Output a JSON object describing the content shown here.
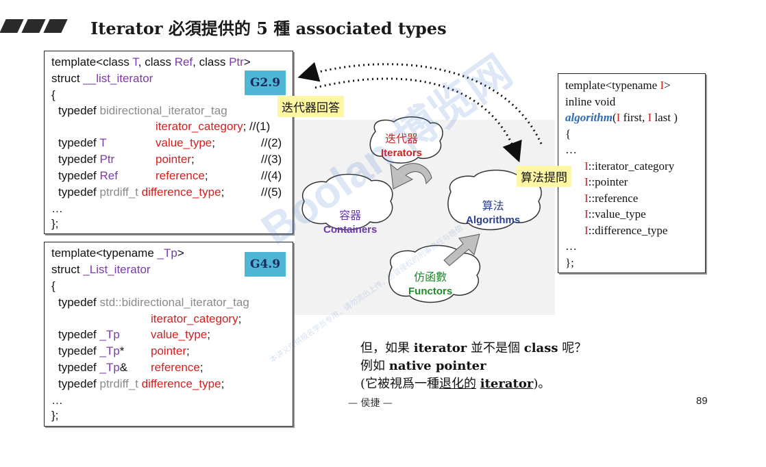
{
  "title": "Iterator 必須提供的 5 種 associated types",
  "box1": {
    "badge": "G2.9",
    "l1_a": "template<class ",
    "l1_T": "T",
    "l1_b": ", class ",
    "l1_Ref": "Ref",
    "l1_c": ", class ",
    "l1_Ptr": "Ptr",
    "l1_d": ">",
    "l2_a": "struct ",
    "l2_b": "__list_iterator",
    "l3": "{",
    "l4_a": "typedef ",
    "l4_b": "bidirectional_iterator_tag",
    "l5_a": "iterator_category",
    "l5_b": "; //(1)",
    "l6_a": "typedef ",
    "l6_b": "T",
    "l6_c": "value_type",
    "l6_d": ";",
    "l6_e": "//(2)",
    "l7_a": "typedef ",
    "l7_b": "Ptr",
    "l7_c": "pointer",
    "l7_d": ";",
    "l7_e": "//(3)",
    "l8_a": "typedef ",
    "l8_b": "Ref",
    "l8_c": "reference",
    "l8_d": ";",
    "l8_e": "//(4)",
    "l9_a": "typedef ",
    "l9_b": "ptrdiff_t ",
    "l9_c": "difference_type",
    "l9_d": ";",
    "l9_e": "//(5)",
    "l10": "…",
    "l11": "};"
  },
  "box2": {
    "badge": "G4.9",
    "l1_a": "template<typename ",
    "l1_b": "_Tp",
    "l1_c": ">",
    "l2_a": "struct ",
    "l2_b": "_List_iterator",
    "l3": "{",
    "l4_a": "typedef ",
    "l4_b": "std::bidirectional_iterator_tag",
    "l5_a": "iterator_category",
    "l5_b": ";",
    "l6_a": "typedef ",
    "l6_b": "_Tp",
    "l6_c": "value_type",
    "l6_d": ";",
    "l7_a": "typedef ",
    "l7_b": "_Tp",
    "l7_star": "*",
    "l7_c": "pointer",
    "l7_d": ";",
    "l8_a": "typedef ",
    "l8_b": "_Tp",
    "l8_amp": "&",
    "l8_c": "reference",
    "l8_d": ";",
    "l9_a": "typedef ",
    "l9_b": "ptrdiff_t ",
    "l9_c": "difference_type",
    "l9_d": ";",
    "l10": "…",
    "l11": "};"
  },
  "box3": {
    "l1_a": "template<typename ",
    "l1_b": "I",
    "l1_c": ">",
    "l2": "inline void",
    "l3_a": "algorithm",
    "l3_b": "(",
    "l3_c": "I",
    "l3_d": " first, ",
    "l3_e": "I",
    "l3_f": " last )",
    "l4": "{",
    "l5": "…",
    "l6_a": "I",
    "l6_b": "::iterator_category",
    "l7_a": "I",
    "l7_b": "::pointer",
    "l8_a": "I",
    "l8_b": "::reference",
    "l9_a": "I",
    "l9_b": "::value_type",
    "l10_a": "I",
    "l10_b": "::difference_type",
    "l11": "…",
    "l12": "};"
  },
  "notes": {
    "iterator_answer": "迭代器回答",
    "algorithm_asks": "算法提問"
  },
  "diagram": {
    "iterators_cn": "迭代器",
    "iterators_en": "Iterators",
    "containers_cn": "容器",
    "containers_en": "Containers",
    "algorithms_cn": "算法",
    "algorithms_en": "Algorithms",
    "functors_cn": "仿函數",
    "functors_en": "Functors"
  },
  "bottom": {
    "l1_a": "但，如果 ",
    "l1_b": "iterator",
    "l1_c": " 並不是個 ",
    "l1_d": "class",
    "l1_e": " 呢？",
    "l2_a": "例如 ",
    "l2_b": "native pointer",
    "l3_a": "(它被視爲一種",
    "l3_b": "退化的",
    "l3_c": " ",
    "l3_d": "iterator",
    "l3_e": ")。"
  },
  "author": "— 侯捷 —",
  "page_number": "89",
  "watermark": {
    "text": "Boolan 博览网",
    "subtext": "本讲义仅供报名学员专用，请勿流出上传。仿冒侵权的刑事责任与赔偿"
  },
  "colors": {
    "type_param": "#7b3aa6",
    "member": "#d21f1f",
    "muted": "#8a8a8a",
    "badge_bg": "#4fb6d6",
    "note_bg": "#fff7a3",
    "algo_blue": "#2e6bb4",
    "iter_red": "#d21f1f",
    "cont_purple": "#6a3aa8",
    "algo_navy": "#2a3f8f",
    "func_green": "#1e8a2a"
  },
  "icons": [
    "three-slanted-bars-icon",
    "dotted-curved-arrow-icon",
    "block-arrow-icon"
  ]
}
